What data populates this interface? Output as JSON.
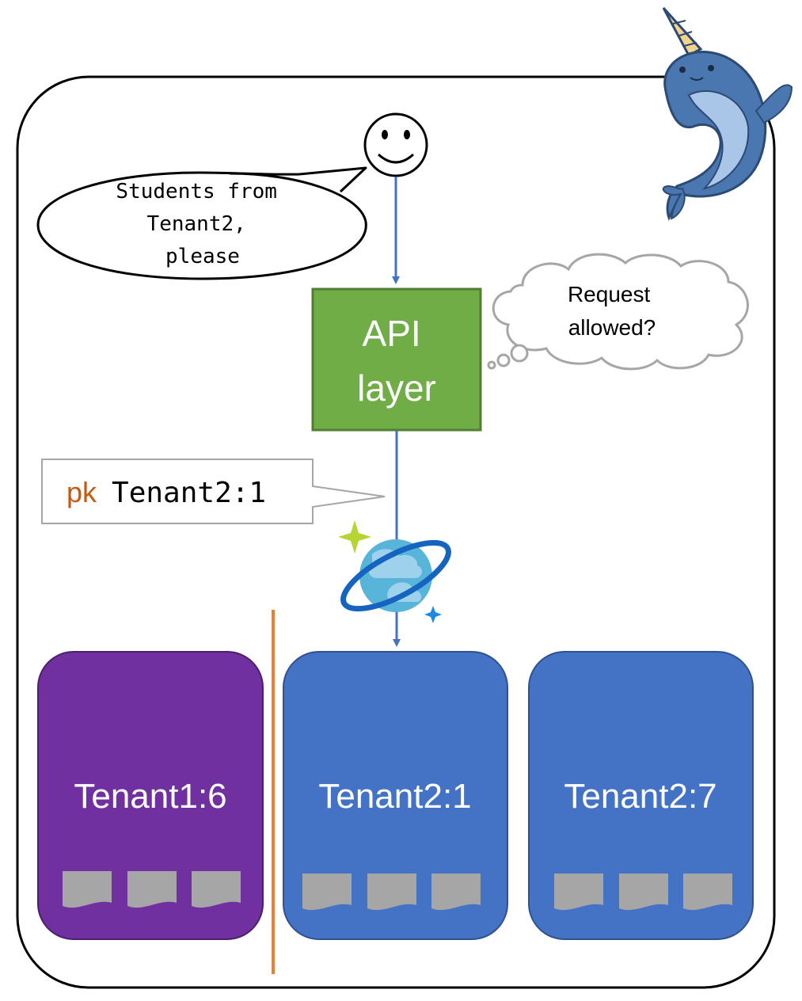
{
  "speech_bubble": {
    "lines": [
      "Students from",
      "Tenant2,",
      "please"
    ]
  },
  "api_box": {
    "lines": [
      "API",
      "layer"
    ],
    "color": "#70AD47"
  },
  "thought_cloud": {
    "lines": [
      "Request",
      "allowed?"
    ]
  },
  "pk_callout": {
    "keyword": "pk",
    "value": "Tenant2:1",
    "keyword_color": "#C55A11"
  },
  "partitions": [
    {
      "label": "Tenant1:6",
      "color": "#7030A0",
      "documents": 3
    },
    {
      "label": "Tenant2:1",
      "color": "#4472C4",
      "documents": 3
    },
    {
      "label": "Tenant2:7",
      "color": "#4472C4",
      "documents": 3
    }
  ],
  "colors": {
    "arrow": "#4472C4",
    "divider": "#ED7D31",
    "document": "#A6A6A6",
    "whale": "#4A77B0",
    "whale_belly": "#A9C6E8"
  },
  "icons": [
    "smiley-icon",
    "cosmos-db-icon",
    "narwhal-icon",
    "document-icon"
  ]
}
